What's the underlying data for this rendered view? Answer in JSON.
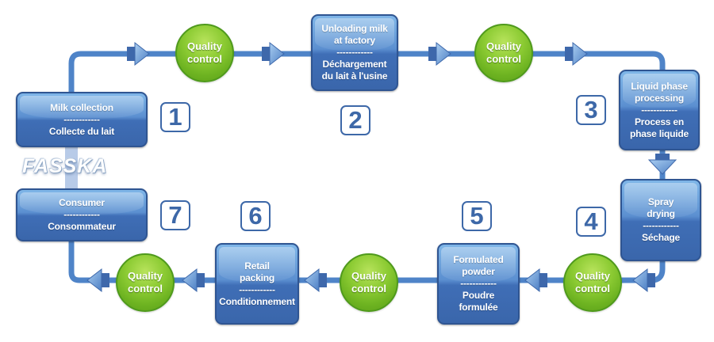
{
  "logo": {
    "text": "FASSKA"
  },
  "colors": {
    "box": "#3f6eb6",
    "box_border": "#2f5592",
    "quality_green": "#7cc12a",
    "line": "#4f84c8",
    "number": "#3d68a8"
  },
  "separator": "------------",
  "steps": [
    {
      "number": "1",
      "en": "Milk collection",
      "fr": "Collecte du lait"
    },
    {
      "number": "2",
      "en": "Unloading milk at factory",
      "fr": "Déchargement du lait à l'usine"
    },
    {
      "number": "3",
      "en": "Liquid phase processing",
      "fr": "Process en phase liquide"
    },
    {
      "number": "4",
      "en": "Spray drying",
      "fr": "Séchage"
    },
    {
      "number": "5",
      "en": "Formulated powder",
      "fr": "Poudre formulée"
    },
    {
      "number": "6",
      "en": "Retail packing",
      "fr": "Conditionnement"
    },
    {
      "number": "7",
      "en": "Consumer",
      "fr": "Consommateur"
    }
  ],
  "quality": {
    "line1": "Quality",
    "line2": "control"
  },
  "labels": {
    "s1": [
      "Milk collection",
      "Collecte du lait"
    ],
    "s2": [
      "Unloading milk",
      "at factory",
      "Déchargement",
      "du lait à l'usine"
    ],
    "s3": [
      "Liquid phase",
      "processing",
      "Process en",
      "phase liquide"
    ],
    "s4": [
      "Spray",
      "drying",
      "Séchage"
    ],
    "s5": [
      "Formulated",
      "powder",
      "Poudre",
      "formulée"
    ],
    "s6": [
      "Retail",
      "packing",
      "Conditionnement"
    ],
    "s7": [
      "Consumer",
      "Consommateur"
    ]
  }
}
